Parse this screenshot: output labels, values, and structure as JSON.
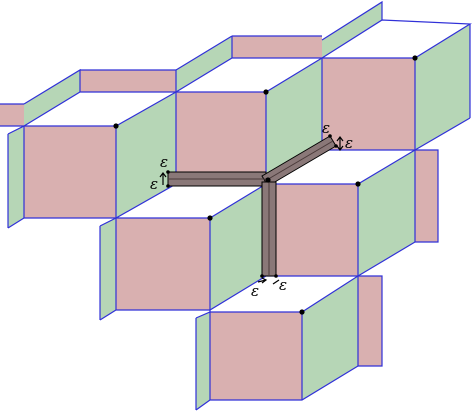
{
  "colors": {
    "front_face": "#d9b0b0",
    "side_face": "#b6d6b6",
    "edge": "#3030d8",
    "strip_fill": "#8a7878",
    "strip_edge": "#000000",
    "vertex": "#000000"
  },
  "labels": {
    "eps_top_right": "ε",
    "eps_right_arrow": "ε",
    "eps_left_upper": "ε",
    "eps_left_lower": "ε",
    "eps_bottom_left": "ε",
    "eps_bottom_right": "ε"
  }
}
